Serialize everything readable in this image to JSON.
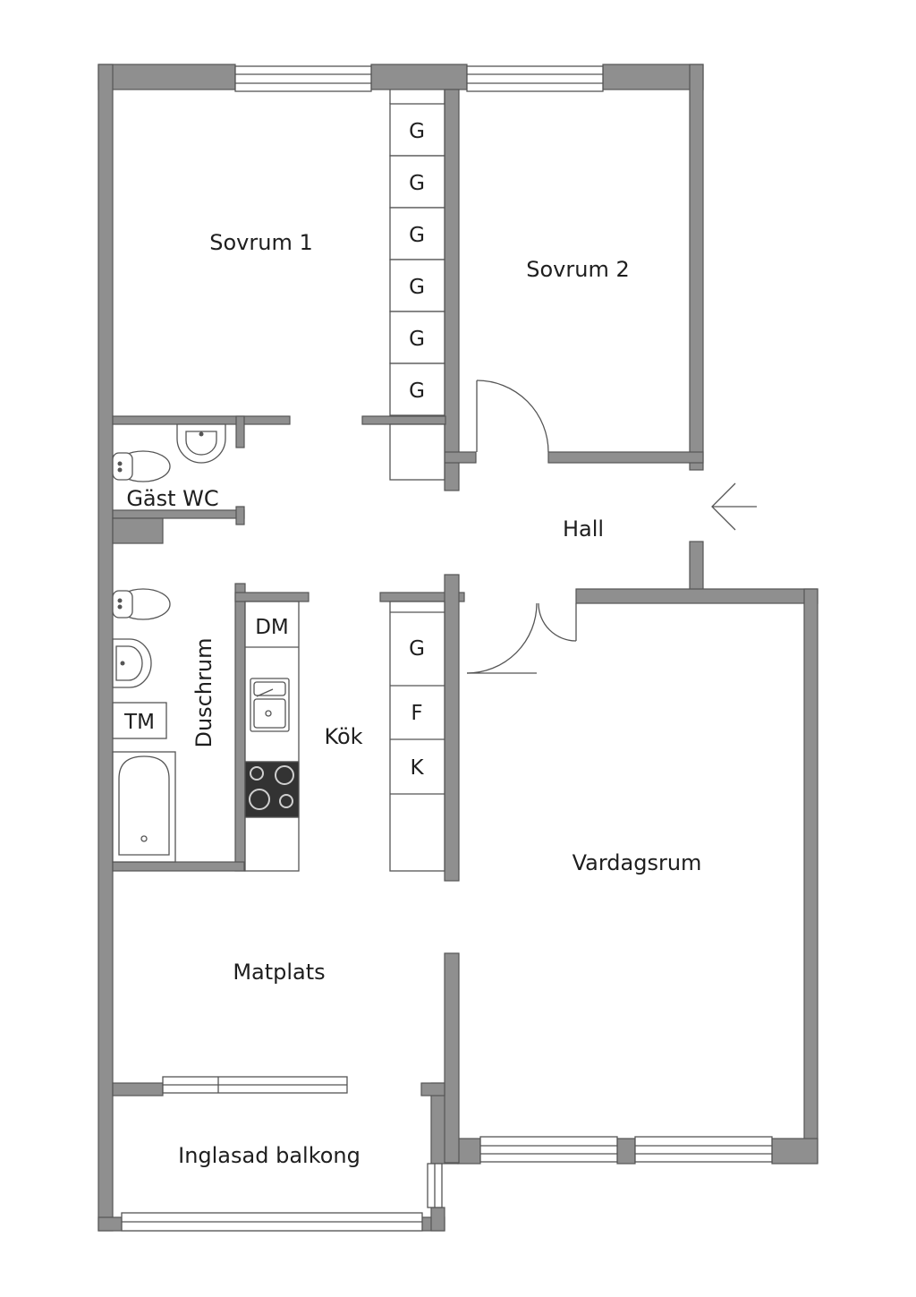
{
  "rooms": {
    "sovrum1": "Sovrum 1",
    "sovrum2": "Sovrum 2",
    "gast_wc": "Gäst WC",
    "hall": "Hall",
    "duschrum": "Duschrum",
    "kok": "Kök",
    "vardagsrum": "Vardagsrum",
    "matplats": "Matplats",
    "balkong": "Inglasad balkong"
  },
  "wardrobes": [
    "G",
    "G",
    "G",
    "G",
    "G",
    "G"
  ],
  "kitchen_right": [
    "G",
    "F",
    "K"
  ],
  "kitchen_left": {
    "dishwasher": "DM"
  },
  "bathroom": {
    "washer": "TM"
  },
  "colors": {
    "wall": "#8f8f8f",
    "outline": "#555555",
    "stove": "#333333"
  },
  "icons": {
    "entrance": "arrow-left-icon"
  }
}
